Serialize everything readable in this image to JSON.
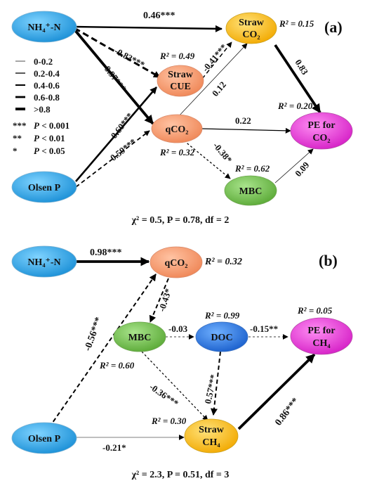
{
  "panel_a": {
    "tag": "(a)",
    "nodes": {
      "nh4": {
        "label": "NH₄⁺-N",
        "color": "#2aa6e8"
      },
      "olsen": {
        "label": "Olsen P",
        "color": "#2aa6e8"
      },
      "strawco2": {
        "line1": "Straw",
        "line2": "CO₂",
        "color": "#f6b800"
      },
      "strawcue": {
        "line1": "Straw",
        "line2": "CUE",
        "color": "#f49a6e"
      },
      "qco2": {
        "label": "qCO₂",
        "color": "#f49a6e"
      },
      "mbc": {
        "label": "MBC",
        "color": "#72c44e"
      },
      "pe": {
        "line1": "PE for",
        "line2": "CO₂",
        "color": "#e83ad8"
      }
    },
    "r2": {
      "strawco2": "R² = 0.15",
      "strawcue": "R² = 0.49",
      "qco2": "R² = 0.32",
      "mbc": "R² = 0.62",
      "pe": "R² = 0.20"
    },
    "paths": {
      "nh4_strawco2": "0.46***",
      "nh4_strawcue": "-0.83***",
      "nh4_qco2": "0.97***",
      "strawcue_strawco2": "-0.41***",
      "qco2_strawco2": "0.12",
      "strawco2_pe": "0.83",
      "qco2_pe": "0.22",
      "qco2_mbc": "-0.38*",
      "mbc_pe": "0.09",
      "olsen_strawcue": "0.60***",
      "olsen_qco2": "-0.59***"
    },
    "legend": [
      {
        "range": "0-0.2",
        "stroke": 0.7
      },
      {
        "range": "0.2-0.4",
        "stroke": 1.3
      },
      {
        "range": "0.4-0.6",
        "stroke": 2
      },
      {
        "range": "0.6-0.8",
        "stroke": 2.8
      },
      {
        "range": ">0.8",
        "stroke": 3.8
      }
    ],
    "sig": [
      {
        "stars": "***",
        "p": "P",
        "txt": " < 0.001"
      },
      {
        "stars": "**",
        "p": "P",
        "txt": " < 0.01"
      },
      {
        "stars": "*",
        "p": "P",
        "txt": " < 0.05"
      }
    ],
    "fit": "χ² = 0.5, P = 0.78, df = 2"
  },
  "panel_b": {
    "tag": "(b)",
    "nodes": {
      "nh4": {
        "label": "NH₄⁺-N",
        "color": "#2aa6e8"
      },
      "olsen": {
        "label": "Olsen P",
        "color": "#2aa6e8"
      },
      "qco2": {
        "label": "qCO₂",
        "color": "#f49a6e"
      },
      "mbc": {
        "label": "MBC",
        "color": "#72c44e"
      },
      "doc": {
        "label": "DOC",
        "color": "#2a7de0"
      },
      "pe": {
        "line1": "PE for",
        "line2": "CH₄",
        "color": "#e83ad8"
      },
      "strawch4": {
        "line1": "Straw",
        "line2": "CH₄",
        "color": "#f6b800"
      }
    },
    "r2": {
      "qco2": "R² = 0.32",
      "doc": "R² = 0.99",
      "pe": "R² = 0.05",
      "mbc": "R² = 0.60",
      "strawch4": "R² = 0.30"
    },
    "paths": {
      "nh4_qco2": "0.98***",
      "olsen_qco2": "-0.56***",
      "qco2_mbc": "-0.43*",
      "mbc_doc": "-0.03",
      "doc_pe": "-0.15**",
      "mbc_strawch4": "-0.36***",
      "doc_strawch4": "0.57***",
      "strawch4_pe": "0.86***",
      "olsen_strawch4": "-0.21*"
    },
    "fit": "χ² = 2.3, P = 0.51, df = 3"
  }
}
